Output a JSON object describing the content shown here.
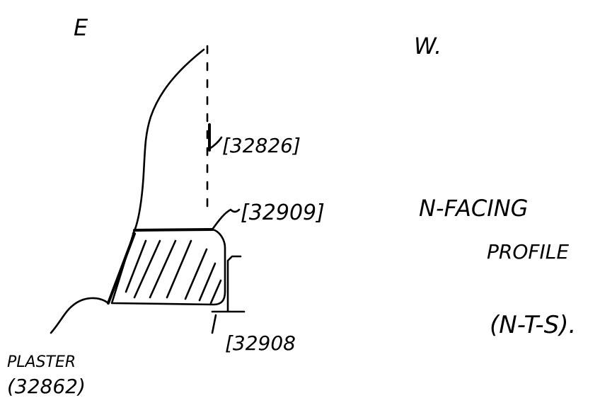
{
  "orientation": {
    "left": "E",
    "right": "W."
  },
  "contexts": {
    "upper_fill": "[32826]",
    "surface": "[32909]",
    "lower_deposit": "[32908",
    "plaster_label": "PLASTER",
    "plaster_context": "(32862)"
  },
  "section_title": {
    "line1": "N-FACING",
    "line2": "PROFILE",
    "line3": "(N-T-S)."
  }
}
